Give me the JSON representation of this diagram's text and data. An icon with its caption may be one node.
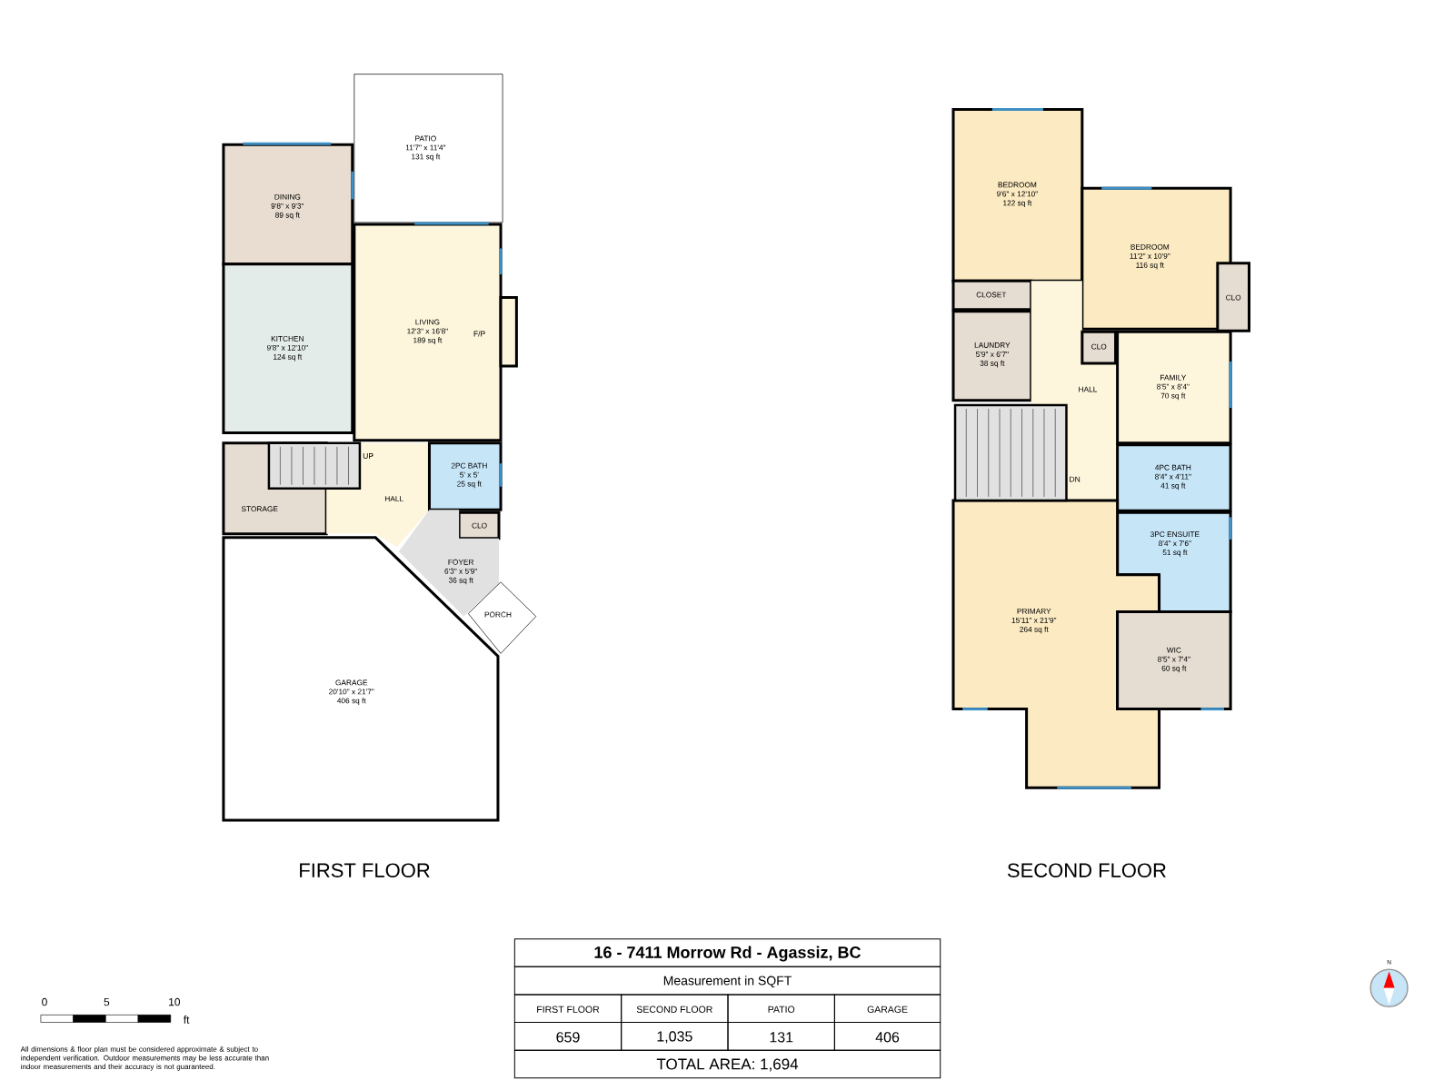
{
  "diagram": {
    "nodes": [
      {
        "text": [
          "PATIO",
          "11'7\" x 11'4\"",
          "131 sq ft"
        ]
      },
      {
        "text": [
          "DINING",
          "9'8\" x 9'3\"",
          "89 sq ft"
        ]
      },
      {
        "text": [
          "KITCHEN",
          "9'8\" x 12'10\"",
          "124 sq ft"
        ]
      },
      {
        "text": [
          "LIVING",
          "12'3\" x 16'8\"",
          "189 sq ft"
        ]
      },
      {
        "text": [
          "STORAGE"
        ]
      },
      {
        "text": [
          "HALL"
        ]
      },
      {
        "text": [
          "2PC BATH",
          "5' x 5'",
          "25 sq ft"
        ]
      },
      {
        "text": [
          "CLO"
        ]
      },
      {
        "text": [
          "FOYER",
          "6'3\" x 5'9\"",
          "36 sq ft"
        ]
      },
      {
        "text": [
          "PORCH"
        ]
      },
      {
        "text": [
          "GARAGE",
          "20'10\" x 21'7\"",
          "406 sq ft"
        ]
      },
      {
        "text": [
          "BEDROOM",
          "9'6\" x 12'10\"",
          "122 sq ft"
        ]
      },
      {
        "text": [
          "BEDROOM",
          "11'2\" x 10'9\"",
          "116 sq ft"
        ]
      },
      {
        "text": [
          "CLO"
        ]
      },
      {
        "text": [
          "CLOSET"
        ]
      },
      {
        "text": [
          "LAUNDRY",
          "5'9\" x 6'7\"",
          "38 sq ft"
        ]
      },
      {
        "text": [
          "HALL"
        ]
      },
      {
        "text": [
          "CLO"
        ]
      },
      {
        "text": [
          "FAMILY",
          "8'5\" x 8'4\"",
          "70 sq ft"
        ]
      },
      {
        "text": [
          "4PC BATH",
          "8'4\" x 4'11\"",
          "41 sq ft"
        ]
      },
      {
        "text": [
          "3PC ENSUITE",
          "8'4\" x 7'6\"",
          "51 sq ft"
        ]
      },
      {
        "text": [
          "PRIMARY",
          "15'11\" x 21'9\"",
          "264 sq ft"
        ]
      },
      {
        "text": [
          "WIC",
          "8'5\" x 7'4\"",
          "60 sq ft"
        ]
      }
    ],
    "labels": [
      "F/P",
      "UP",
      "DN",
      "FIRST FLOOR",
      "SECOND FLOOR",
      "16 - 7411 Morrow Rd - Agassiz, BC",
      "Measurement in SQFT",
      "FIRST FLOOR",
      "SECOND FLOOR",
      "PATIO",
      "GARAGE",
      "659",
      "1,035",
      "131",
      "406",
      "TOTAL AREA: 1,694",
      "N",
      "0",
      "5",
      "10",
      "ft",
      "All dimensions & floor plan must be considered approximate & subject to independent verification.  Outdoor measurements may be less accurate than indoor measurements and their accuracy is not guaranteed."
    ]
  }
}
